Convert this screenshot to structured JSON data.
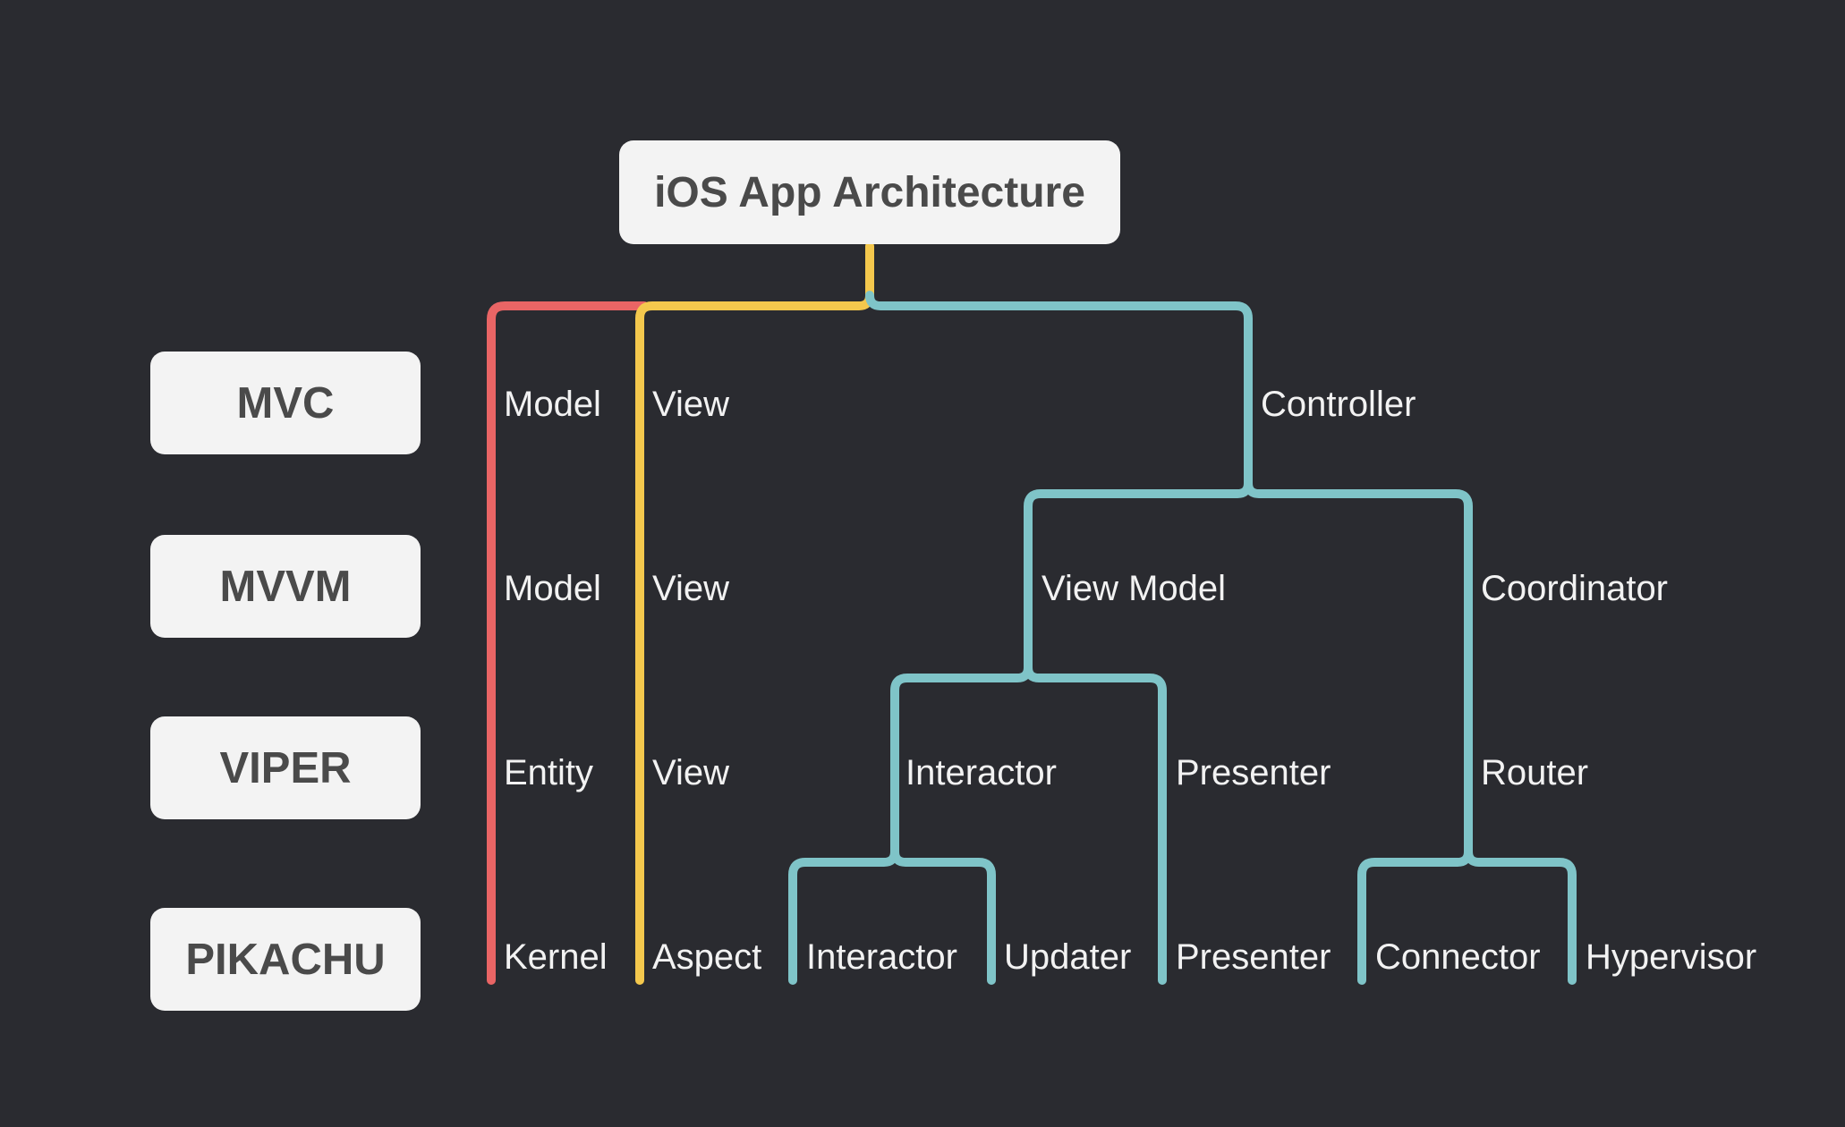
{
  "title": "iOS App Architecture",
  "colors": {
    "background": "#2a2b30",
    "box": "#f3f3f3",
    "box_text": "#4a4a4a",
    "label_text": "#f2f2f2",
    "model_branch": "#e96565",
    "view_branch": "#f4c84d",
    "controller_branch": "#7fc4c8"
  },
  "patterns": [
    "MVC",
    "MVVM",
    "VIPER",
    "PIKACHU"
  ],
  "components": {
    "mvc": {
      "model": "Model",
      "view": "View",
      "controller": "Controller"
    },
    "mvvm": {
      "model": "Model",
      "view": "View",
      "view_model": "View Model",
      "coordinator": "Coordinator"
    },
    "viper": {
      "entity": "Entity",
      "view": "View",
      "interactor": "Interactor",
      "presenter": "Presenter",
      "router": "Router"
    },
    "pikachu": {
      "kernel": "Kernel",
      "aspect": "Aspect",
      "interactor": "Interactor",
      "updater": "Updater",
      "presenter": "Presenter",
      "connector": "Connector",
      "hypervisor": "Hypervisor"
    }
  }
}
